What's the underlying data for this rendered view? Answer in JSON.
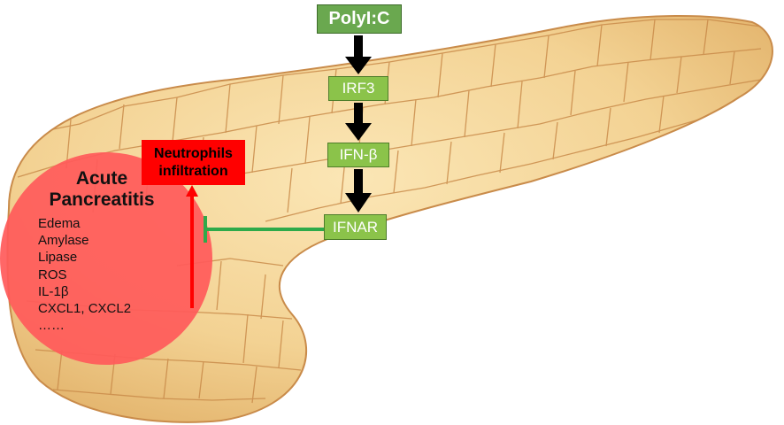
{
  "pathway": {
    "source": "PolyI:C",
    "steps": [
      "IRF3",
      "IFN-β",
      "IFNAR"
    ]
  },
  "neutrophils": {
    "line1": "Neutrophils",
    "line2": "infiltration"
  },
  "acute_pancreatitis": {
    "title_line1": "Acute",
    "title_line2": "Pancreatitis",
    "markers": [
      "Edema",
      "Amylase",
      "Lipase",
      "ROS",
      "IL-1β",
      "CXCL1, CXCL2",
      "……"
    ]
  },
  "colors": {
    "pancreas_fill": "#f4d79b",
    "pancreas_lines": "#c98b4a",
    "inflammation": "#ff5a5a",
    "green_box": "#8bc34a",
    "green_dark": "#6aa84f",
    "inhibit_line": "#2eaa4a",
    "red": "#ff0000",
    "arrow": "#000000"
  },
  "icons": [
    "pancreas-organ-illustration",
    "down-arrow-icon",
    "inhibition-bar-icon",
    "up-arrow-icon"
  ]
}
